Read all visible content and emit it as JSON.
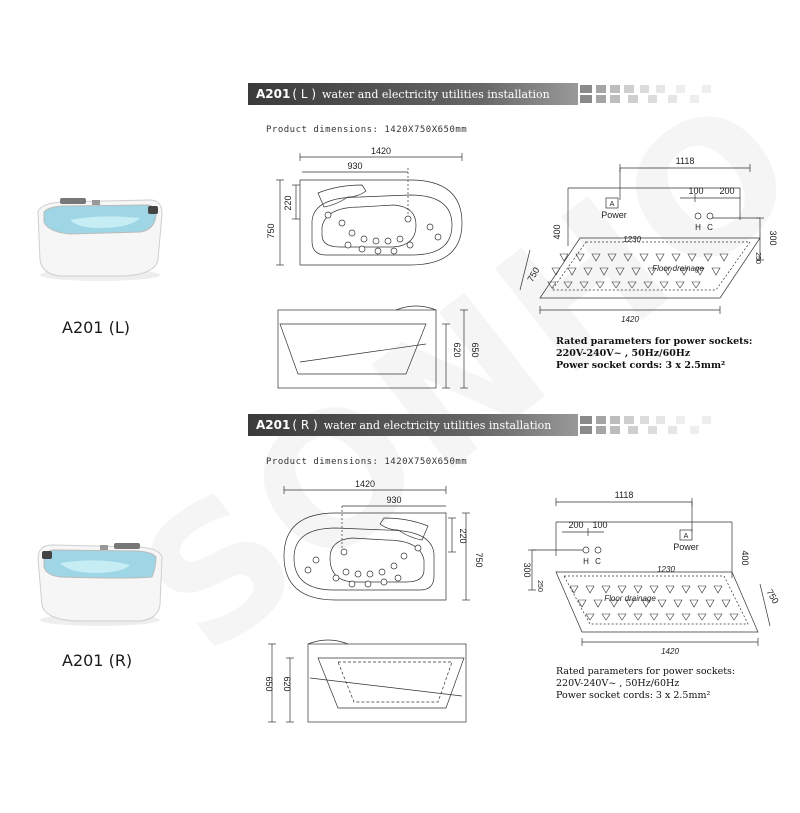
{
  "watermark": "SONHO",
  "sections": [
    {
      "model": "A201",
      "paren_label": "( L )",
      "header_text": "water and electricity utilities installation",
      "product_dimensions": "Product dimensions: 1420X750X650mm",
      "caption": "A201 (L)",
      "plan": {
        "length": "1420",
        "inner": "930",
        "depth": "750",
        "offset": "220"
      },
      "side": {
        "height_inner": "620",
        "height_total": "650"
      },
      "utility": {
        "top_dim": "1118",
        "d100": "100",
        "d200": "200",
        "d400": "400",
        "d300": "300",
        "d250": "250",
        "d750": "750",
        "d1230": "1230",
        "d1420": "1420",
        "power": "Power",
        "h": "H",
        "c": "C",
        "floor_drainage": "Floor drainage"
      },
      "rated": {
        "line1": "Rated parameters for power sockets:",
        "line2": "220V-240V~ , 50Hz/60Hz",
        "line3": "Power socket cords: 3 x 2.5mm²"
      }
    },
    {
      "model": "A201",
      "paren_label": "( R )",
      "header_text": "water and electricity utilities installation",
      "product_dimensions": "Product dimensions: 1420X750X650mm",
      "caption": "A201 (R)",
      "plan": {
        "length": "1420",
        "inner": "930",
        "depth": "750",
        "offset": "220"
      },
      "side": {
        "height_inner": "620",
        "height_total": "650"
      },
      "utility": {
        "top_dim": "1118",
        "d100": "100",
        "d200": "200",
        "d400": "400",
        "d300": "300",
        "d250": "250",
        "d750": "750",
        "d1230": "1230",
        "d1420": "1420",
        "power": "Power",
        "h": "H",
        "c": "C",
        "floor_drainage": "Floor drainage"
      },
      "rated": {
        "line1": "Rated parameters for power sockets:",
        "line2": "220V-240V~ , 50Hz/60Hz",
        "line3": "Power socket cords: 3 x 2.5mm²"
      }
    }
  ]
}
